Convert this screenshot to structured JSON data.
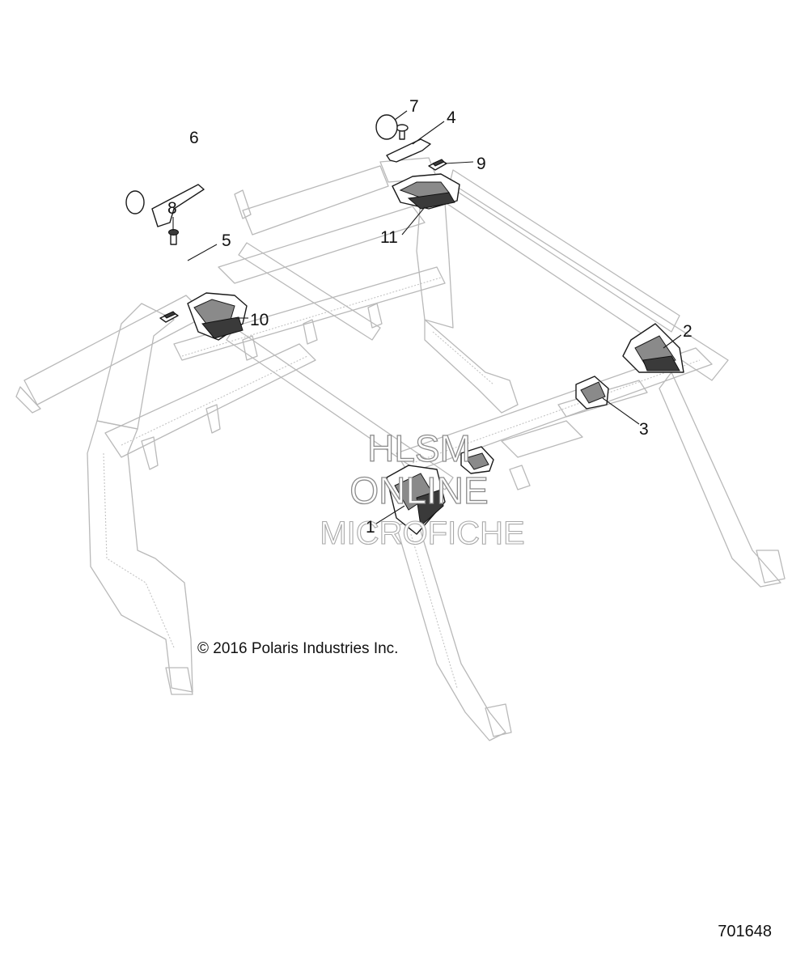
{
  "diagram": {
    "callouts": [
      {
        "label": "1"
      },
      {
        "label": "2"
      },
      {
        "label": "3"
      },
      {
        "label": "4"
      },
      {
        "label": "5"
      },
      {
        "label": "6"
      },
      {
        "label": "7"
      },
      {
        "label": "8"
      },
      {
        "label": "9"
      },
      {
        "label": "10"
      },
      {
        "label": "11"
      }
    ],
    "copyright": "© 2016 Polaris Industries Inc.",
    "figure_number": "701648",
    "watermark": {
      "line1": "HLSM",
      "line2": "ONLINE",
      "line3": "MICROFICHE"
    }
  }
}
